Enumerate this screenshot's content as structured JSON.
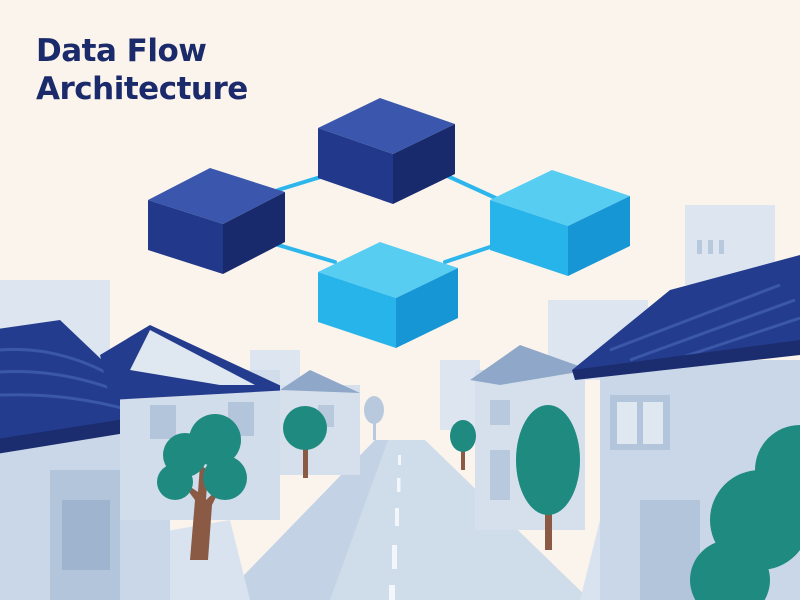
{
  "title": {
    "line1": "Data Flow",
    "line2": "Architecture"
  },
  "diagram": {
    "nodes": [
      {
        "id": "node-left",
        "shade": "dark",
        "color": "#28418f"
      },
      {
        "id": "node-top",
        "shade": "dark",
        "color": "#28418f"
      },
      {
        "id": "node-right",
        "shade": "light",
        "color": "#1fb0e8"
      },
      {
        "id": "node-bottom",
        "shade": "light",
        "color": "#1fb0e8"
      }
    ],
    "connections": [
      [
        "node-left",
        "node-top"
      ],
      [
        "node-top",
        "node-right"
      ],
      [
        "node-left",
        "node-bottom"
      ],
      [
        "node-bottom",
        "node-right"
      ]
    ],
    "connector_color": "#2cb6ec"
  },
  "background": {
    "scene": "street with houses and trees",
    "colors": {
      "sky": "#fbf4ec",
      "buildings": "#c9d7e8",
      "roofs": "#243c8e",
      "trees": "#1f8a7f",
      "trunks": "#8a5a44",
      "road": "#d3dfec"
    }
  }
}
